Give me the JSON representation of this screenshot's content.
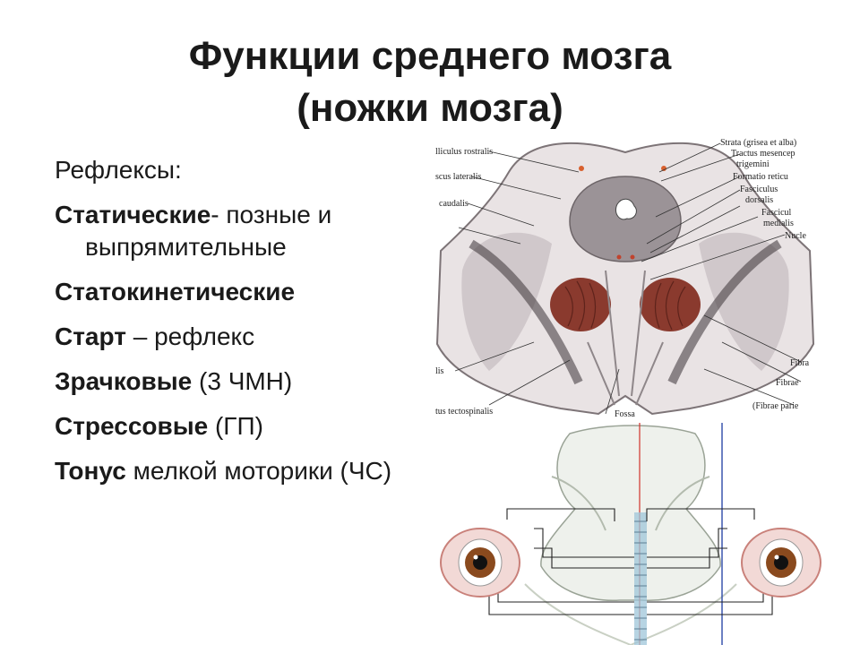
{
  "slide": {
    "title_line1": "Функции среднего  мозга",
    "title_line2": "(ножки мозга)",
    "intro": "Рефлексы:",
    "items": [
      {
        "bold": "Статические",
        "rest": "- позные и выпрямительные"
      },
      {
        "bold": "Статокинетические",
        "rest": ""
      },
      {
        "bold": "Старт",
        "rest": " – рефлекс"
      },
      {
        "bold": "Зрачковые",
        "rest": " (3 ЧМН)"
      },
      {
        "bold": "Стрессовые",
        "rest": " (ГП)"
      },
      {
        "bold": "Тонус",
        "rest": " мелкой моторики (ЧС)"
      }
    ]
  },
  "figure_top": {
    "labels_left": [
      "lliculus rostralis",
      "scus lateralis",
      "caudalis",
      "lis",
      "tus tectospinalis"
    ],
    "labels_right": [
      "Strata (grisea et alba)",
      "Tractus mesencep",
      "trigemini",
      "Formatio reticu",
      "Fasciculus",
      "dorsalis",
      "Fascicul",
      "medialis",
      "Nucle",
      "Fibra",
      "Fibrae",
      "(Fibrae parie"
    ],
    "label_bottom": "Fossa"
  },
  "colors": {
    "text": "#1a1a1a",
    "nucleus_red": "#8a3a2e",
    "tissue_gray": "#9b9397",
    "diagram_red": "#d0342c",
    "diagram_blue": "#2d4aa8",
    "iris": "#8a4a1e"
  }
}
